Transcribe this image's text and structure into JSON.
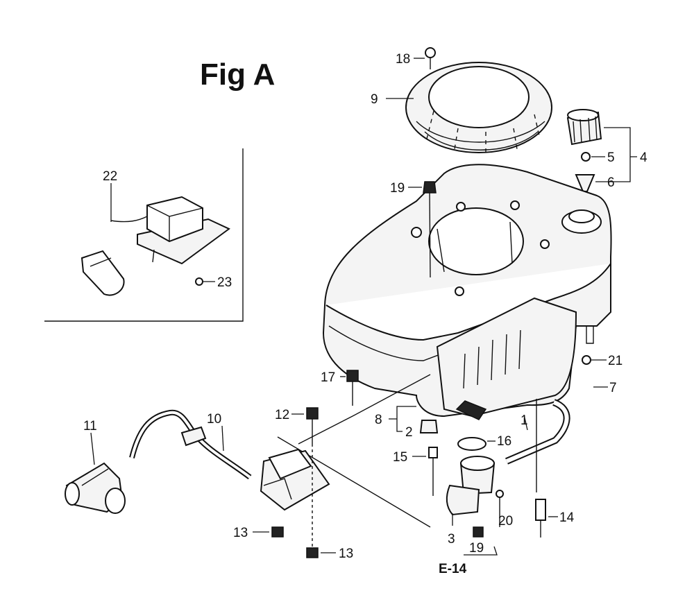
{
  "figure": {
    "title": "Fig A",
    "ref_code": "E-14"
  },
  "callouts": {
    "c1": "1",
    "c2": "2",
    "c3": "3",
    "c4": "4",
    "c5": "5",
    "c6": "6",
    "c7": "7",
    "c8": "8",
    "c9": "9",
    "c10": "10",
    "c11": "11",
    "c12": "12",
    "c13a": "13",
    "c13b": "13",
    "c14": "14",
    "c15": "15",
    "c16": "16",
    "c17": "17",
    "c18": "18",
    "c19a": "19",
    "c19b": "19",
    "c20": "20",
    "c21": "21",
    "c22": "22",
    "c23": "23"
  }
}
